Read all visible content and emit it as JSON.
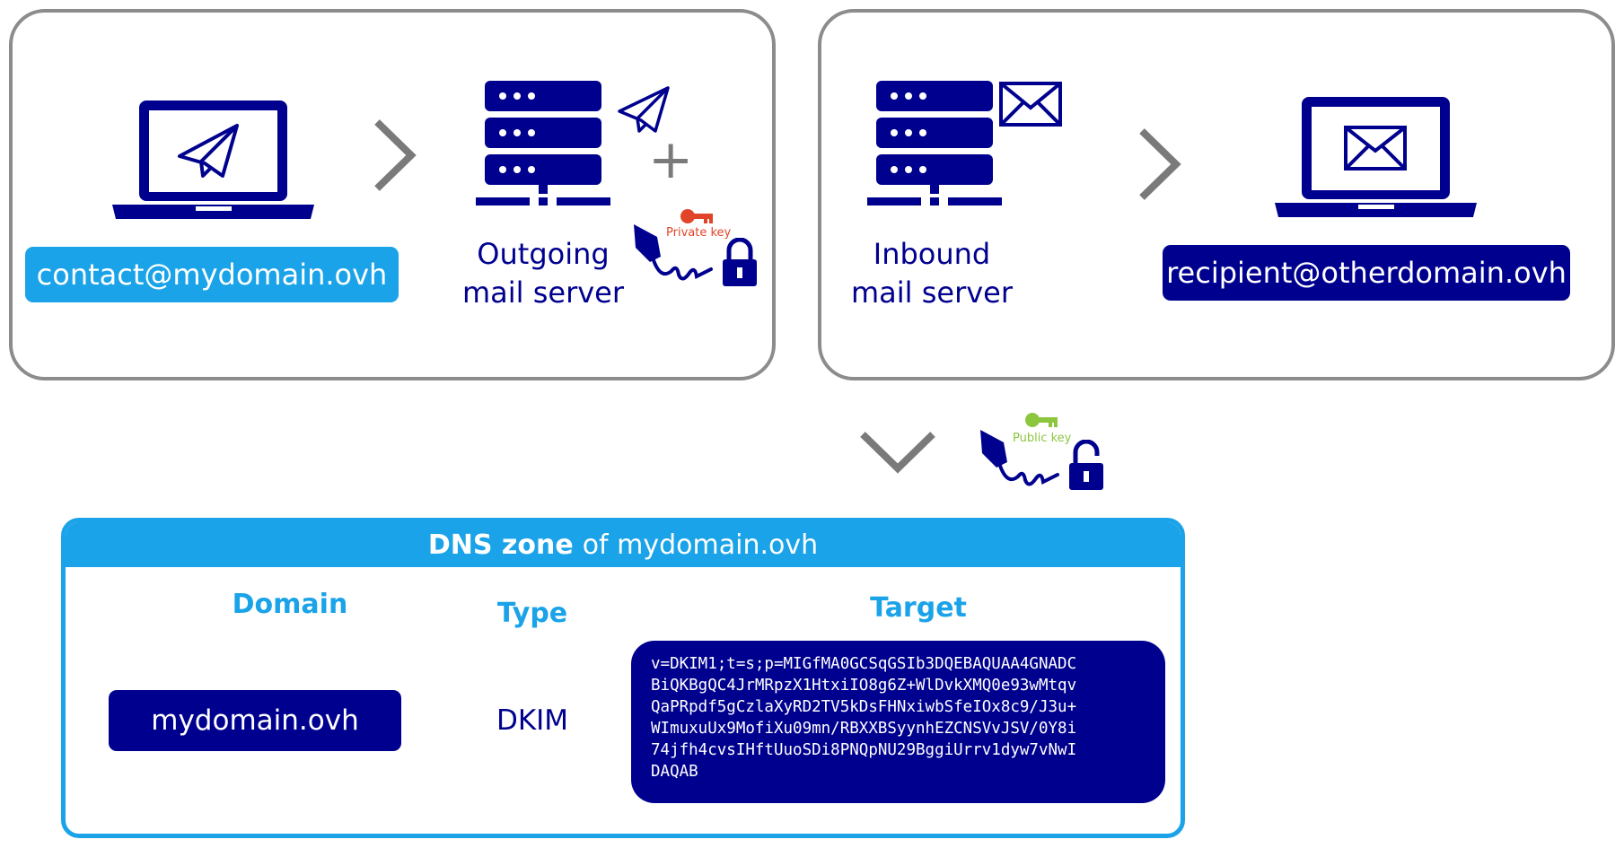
{
  "colors": {
    "navy": "#00008f",
    "light_blue": "#1aa3e8",
    "panel_border": "#8c8c8c",
    "chevron": "#7a7a7a",
    "private_key": "#e0452a",
    "public_key": "#8cc63f"
  },
  "sender": {
    "email": "contact@mydomain.ovh",
    "icon": "laptop-paper-plane-icon"
  },
  "outgoing_server": {
    "label_line1": "Outgoing",
    "label_line2": "mail server",
    "icon": "server-icon",
    "plus": "+",
    "key_label": "Private key"
  },
  "inbound_server": {
    "label_line1": "Inbound",
    "label_line2": "mail server",
    "icon": "server-icon"
  },
  "recipient": {
    "email": "recipient@otherdomain.ovh",
    "icon": "laptop-envelope-icon"
  },
  "public_key": {
    "label": "Public key"
  },
  "dns_zone": {
    "title_bold": "DNS zone",
    "title_rest": "of mydomain.ovh",
    "columns": {
      "domain": "Domain",
      "type": "Type",
      "target": "Target"
    },
    "record": {
      "domain": "mydomain.ovh",
      "type": "DKIM",
      "target_lines": [
        "v=DKIM1;t=s;p=MIGfMA0GCSqGSIb3DQEBAQUAA4GNADC",
        "BiQKBgQC4JrMRpzX1HtxiIO8g6Z+WlDvkXMQ0e93wMtqv",
        "QaPRpdf5gCzlaXyRD2TV5kDsFHNxiwbSfeIOx8c9/J3u+",
        "WImuxuUx9MofiXu09mn/RBXXBSyynhEZCNSVvJSV/0Y8i",
        "74jfh4cvsIHftUuoSDi8PNQpNU29BggiUrrv1dyw7vNwI",
        "DAQAB"
      ]
    }
  }
}
